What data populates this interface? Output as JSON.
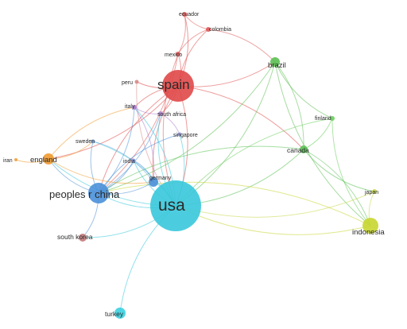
{
  "nodes": [
    {
      "id": "ecuador",
      "label": "ecuador",
      "color": "#e05a5a"
    },
    {
      "id": "colombia",
      "label": "colombia",
      "color": "#e05a5a"
    },
    {
      "id": "mexico",
      "label": "mexico",
      "color": "#e05a5a"
    },
    {
      "id": "spain",
      "label": "spain",
      "color": "#e04848"
    },
    {
      "id": "peru",
      "label": "peru",
      "color": "#d88a8a"
    },
    {
      "id": "brazil",
      "label": "brazil",
      "color": "#5cbf52"
    },
    {
      "id": "italy",
      "label": "italy",
      "color": "#a77bd0"
    },
    {
      "id": "south_africa",
      "label": "south africa",
      "color": "#b08ad6"
    },
    {
      "id": "finland",
      "label": "finland",
      "color": "#6ccf5e"
    },
    {
      "id": "singapore",
      "label": "singapore",
      "color": "#9aa0d8"
    },
    {
      "id": "sweden",
      "label": "sweden",
      "color": "#7aa8e0"
    },
    {
      "id": "canada",
      "label": "canada",
      "color": "#5cc257"
    },
    {
      "id": "iran",
      "label": "iran",
      "color": "#f0a040"
    },
    {
      "id": "england",
      "label": "england",
      "color": "#f09a30"
    },
    {
      "id": "india",
      "label": "india",
      "color": "#8aa0e0"
    },
    {
      "id": "germany",
      "label": "germany",
      "color": "#4a8fd8"
    },
    {
      "id": "peoples_r_china",
      "label": "peoples r china",
      "color": "#4a90d9"
    },
    {
      "id": "usa",
      "label": "usa",
      "color": "#38c8dc"
    },
    {
      "id": "japan",
      "label": "japan",
      "color": "#c8d84a"
    },
    {
      "id": "indonesia",
      "label": "indonesia",
      "color": "#c8d630"
    },
    {
      "id": "south_korea",
      "label": "south korea",
      "color": "#c47a7a"
    },
    {
      "id": "turkey",
      "label": "turkey",
      "color": "#3cd0e0"
    }
  ],
  "links": [
    [
      "spain",
      "ecuador"
    ],
    [
      "spain",
      "colombia"
    ],
    [
      "spain",
      "mexico"
    ],
    [
      "spain",
      "peru"
    ],
    [
      "spain",
      "brazil"
    ],
    [
      "spain",
      "usa"
    ],
    [
      "spain",
      "peoples_r_china"
    ],
    [
      "spain",
      "england"
    ],
    [
      "spain",
      "italy"
    ],
    [
      "spain",
      "south_africa"
    ],
    [
      "spain",
      "germany"
    ],
    [
      "spain",
      "canada"
    ],
    [
      "ecuador",
      "colombia"
    ],
    [
      "ecuador",
      "mexico"
    ],
    [
      "colombia",
      "mexico"
    ],
    [
      "colombia",
      "brazil"
    ],
    [
      "mexico",
      "usa"
    ],
    [
      "mexico",
      "peoples_r_china"
    ],
    [
      "peru",
      "usa"
    ],
    [
      "brazil",
      "usa"
    ],
    [
      "brazil",
      "finland"
    ],
    [
      "brazil",
      "canada"
    ],
    [
      "brazil",
      "indonesia"
    ],
    [
      "brazil",
      "peoples_r_china"
    ],
    [
      "finland",
      "usa"
    ],
    [
      "finland",
      "canada"
    ],
    [
      "finland",
      "indonesia"
    ],
    [
      "canada",
      "usa"
    ],
    [
      "canada",
      "peoples_r_china"
    ],
    [
      "canada",
      "indonesia"
    ],
    [
      "canada",
      "japan"
    ],
    [
      "japan",
      "usa"
    ],
    [
      "japan",
      "indonesia"
    ],
    [
      "indonesia",
      "usa"
    ],
    [
      "indonesia",
      "peoples_r_china"
    ],
    [
      "usa",
      "peoples_r_china"
    ],
    [
      "usa",
      "germany"
    ],
    [
      "usa",
      "india"
    ],
    [
      "usa",
      "singapore"
    ],
    [
      "usa",
      "south_africa"
    ],
    [
      "usa",
      "italy"
    ],
    [
      "usa",
      "england"
    ],
    [
      "usa",
      "sweden"
    ],
    [
      "usa",
      "south_korea"
    ],
    [
      "usa",
      "turkey"
    ],
    [
      "peoples_r_china",
      "england"
    ],
    [
      "peoples_r_china",
      "germany"
    ],
    [
      "peoples_r_china",
      "south_korea"
    ],
    [
      "peoples_r_china",
      "italy"
    ],
    [
      "peoples_r_china",
      "sweden"
    ],
    [
      "peoples_r_china",
      "india"
    ],
    [
      "peoples_r_china",
      "singapore"
    ],
    [
      "peoples_r_china",
      "south_africa"
    ],
    [
      "england",
      "iran"
    ],
    [
      "england",
      "sweden"
    ],
    [
      "england",
      "italy"
    ],
    [
      "england",
      "germany"
    ],
    [
      "italy",
      "germany"
    ],
    [
      "italy",
      "south_africa"
    ],
    [
      "south_africa",
      "singapore"
    ],
    [
      "germany",
      "india"
    ],
    [
      "sweden",
      "germany"
    ]
  ]
}
